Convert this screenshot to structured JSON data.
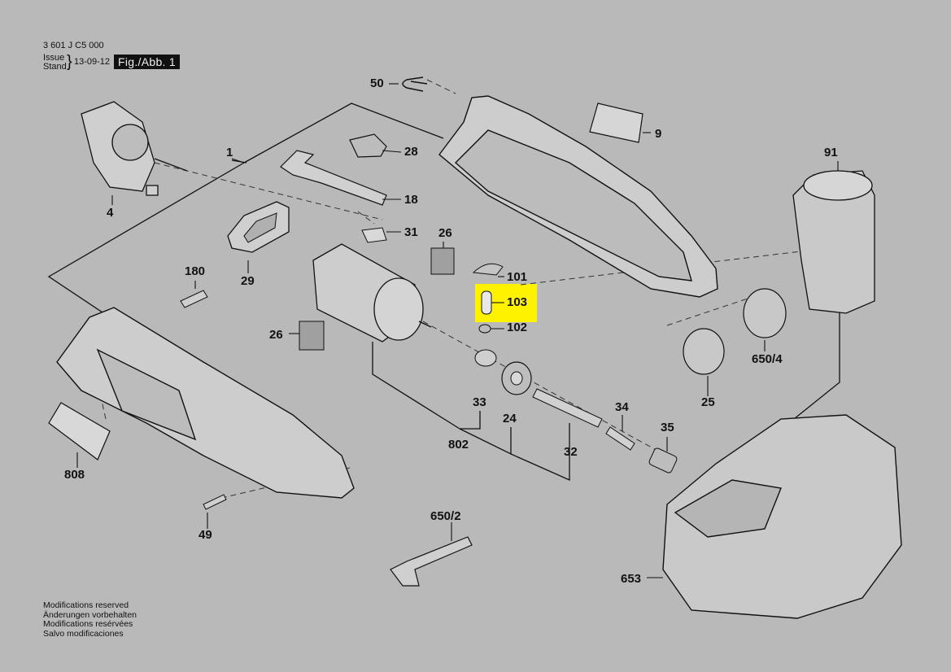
{
  "header": {
    "doc_number": "3 601 J C5 000",
    "issue_label": "Issue",
    "stand_label": "Stand",
    "date": "13-09-12",
    "figure": "Fig./Abb. 1"
  },
  "footer": {
    "lines": [
      "Modifications reserved",
      "Änderungen vorbehalten",
      "Modifications resérvées",
      "Salvo modificaciones"
    ]
  },
  "highlight": {
    "part": "103",
    "color": "#fff200"
  },
  "parts": {
    "p1": "1",
    "p4": "4",
    "p9": "9",
    "p18": "18",
    "p24": "24",
    "p25": "25",
    "p26a": "26",
    "p26b": "26",
    "p28": "28",
    "p29": "29",
    "p31": "31",
    "p32": "32",
    "p33": "33",
    "p34": "34",
    "p35": "35",
    "p49": "49",
    "p50": "50",
    "p91": "91",
    "p101": "101",
    "p102": "102",
    "p103": "103",
    "p180": "180",
    "p650_2": "650/2",
    "p650_4": "650/4",
    "p653": "653",
    "p802": "802",
    "p808": "808"
  }
}
